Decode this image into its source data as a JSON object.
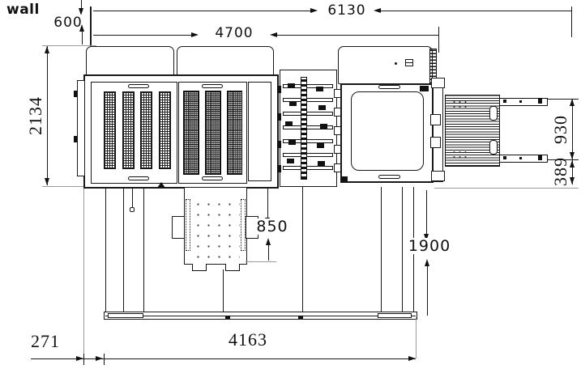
{
  "drawing": {
    "wall_label": "wall",
    "dimensions": {
      "total_width": "6130",
      "body_width": "4700",
      "wall_clearance": "600",
      "body_depth": "2134",
      "stacker_width": "930",
      "stacker_offset": "389",
      "table_extension": "850",
      "front_clearance": "1900",
      "base_offset": "271",
      "base_length": "4163"
    }
  }
}
